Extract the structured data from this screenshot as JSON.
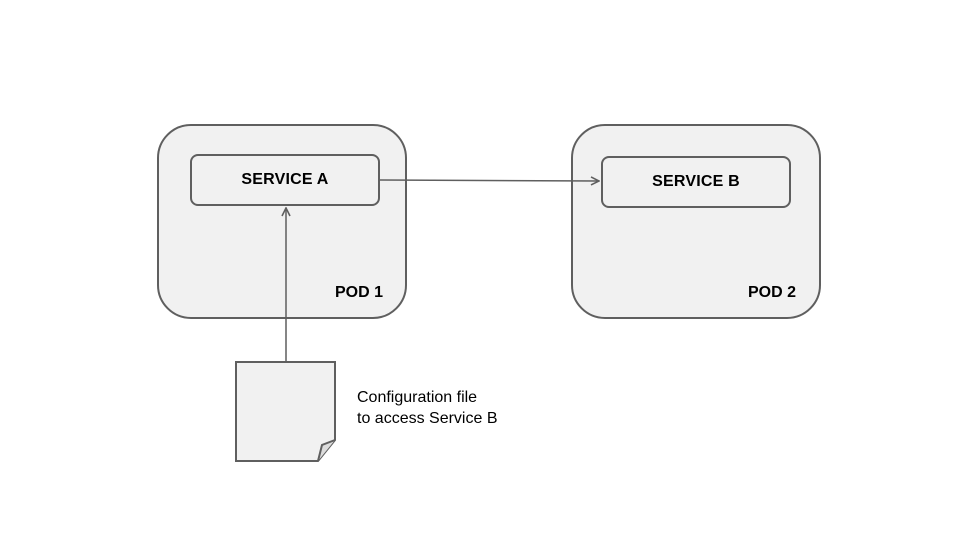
{
  "pods": [
    {
      "label": "POD 1",
      "service": "SERVICE A"
    },
    {
      "label": "POD 2",
      "service": "SERVICE B"
    }
  ],
  "config_file": {
    "label_line1": "Configuration file",
    "label_line2": "to access Service B"
  },
  "colors": {
    "pod_fill": "#f1f1f1",
    "stroke": "#5f5f5f",
    "text": "#000000"
  },
  "icons": {
    "document": "document-icon"
  }
}
